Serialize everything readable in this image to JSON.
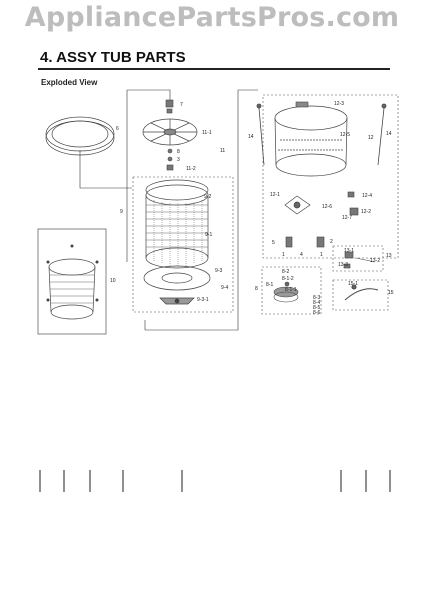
{
  "watermark": "AppliancePartsPros.com",
  "section_title": "4. ASSY TUB PARTS",
  "subtitle": "Exploded View",
  "callouts": {
    "c6": "6",
    "c7": "7",
    "c11_1": "11-1",
    "c11": "11",
    "c8": "8",
    "c3": "3",
    "c11_2": "11-2",
    "c9": "9",
    "c9_2": "9-2",
    "c9_1": "9-1",
    "c9_3": "9-3",
    "c9_3_1": "9-3-1",
    "c9_4": "9-4",
    "c10": "10",
    "c14a": "14",
    "c12_3": "12-3",
    "c12_5": "12-5",
    "c12": "12",
    "c14b": "14",
    "c12_4": "12-4",
    "c12_2": "12-2",
    "c12_1": "12-1",
    "c12_6": "12-6",
    "c12_7": "12-7",
    "c5": "5",
    "c1": "1",
    "c2": "2",
    "c1b": "1",
    "c4": "4",
    "c13": "13",
    "c13_1": "13-1",
    "c13_2": "13-2",
    "c13_3": "13-3",
    "c8_2": "8-2",
    "c8_1_2": "8-1-2",
    "c8_1": "8-1",
    "c8_main": "8",
    "c8_1_1": "8-1-1",
    "c8_3": "8-3",
    "c8_4": "8-4",
    "c8_5": "8-5",
    "c8_6": "8-6",
    "c15": "15",
    "c15_1": "15-1"
  },
  "colors": {
    "line": "#333333",
    "dash": "#555555",
    "part": "#444444",
    "watermark": "#bdbdbd"
  }
}
